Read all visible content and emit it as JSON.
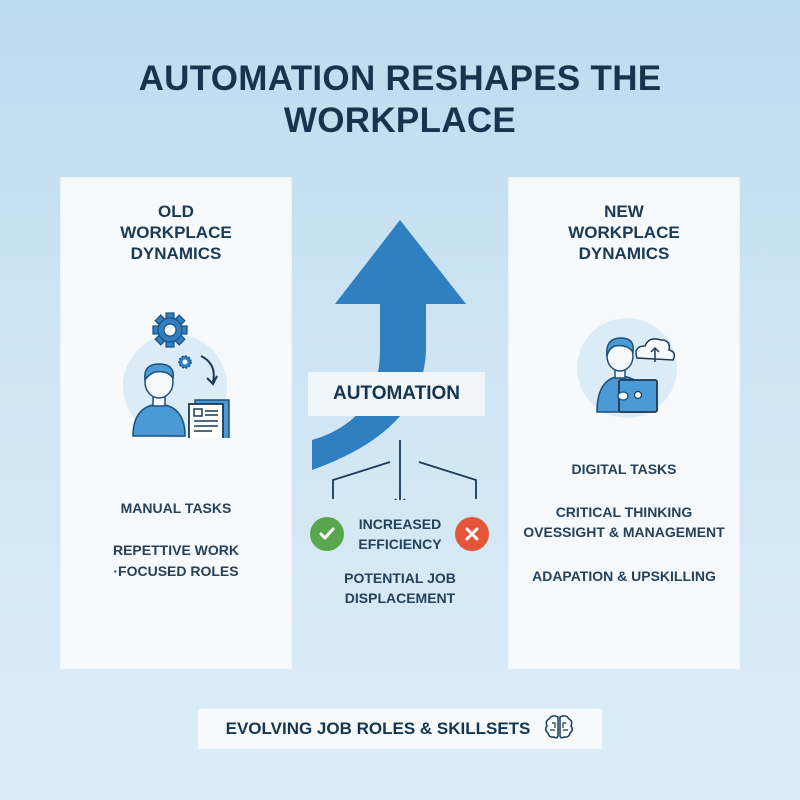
{
  "title": {
    "line1": "AUTOMATION RESHAPES THE",
    "line2": "WORKPLACE"
  },
  "left_panel": {
    "title_lines": [
      "OLD",
      "WORKPLACE",
      "DYNAMICS"
    ],
    "icon": "person-with-gears-and-document-icon",
    "items": [
      "MANUAL TASKS",
      "REPETTIVE WORK",
      "·FOCUSED ROLES"
    ]
  },
  "center": {
    "arrow_icon": "curved-up-arrow-icon",
    "label": "AUTOMATION",
    "outcomes": {
      "positive_icon": "check-circle-icon",
      "positive": [
        "INCREASED",
        "EFFICIENCY"
      ],
      "negative_icon": "x-circle-icon",
      "negative": [
        "POTENTIAL JOB",
        "DISPLACEMENT"
      ]
    }
  },
  "right_panel": {
    "title_lines": [
      "NEW",
      "WORKPLACE",
      "DYNAMICS"
    ],
    "icon": "person-with-laptop-and-cloud-icon",
    "items": [
      "DIGITAL TASKS",
      "CRITICAL THINKING",
      "OVESSIGHT & MANAGEMENT",
      "ADAPATION & UPSKILLING"
    ]
  },
  "footer": {
    "label": "EVOLVING JOB ROLES & SKILLSETS",
    "icon": "brain-icon"
  },
  "colors": {
    "accent_blue": "#2f7fc1",
    "dark_navy": "#17344f",
    "success_green": "#5aa64c",
    "danger_red": "#e5553a",
    "background_top": "#bcdcef",
    "background_bottom": "#dcedf7"
  }
}
